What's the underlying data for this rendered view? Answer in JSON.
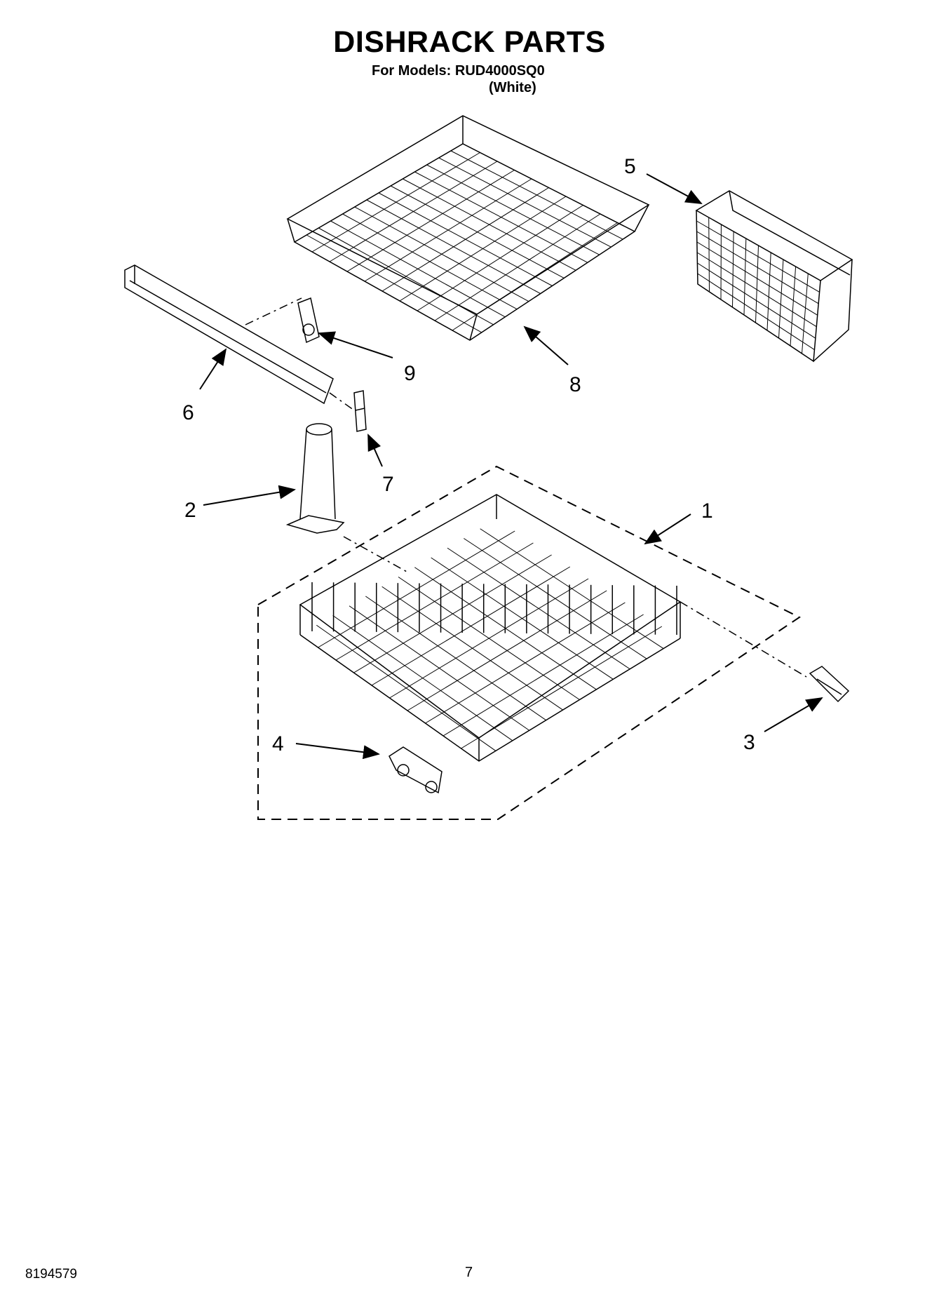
{
  "header": {
    "title": "DISHRACK PARTS",
    "models_line": "For Models: RUD4000SQ0",
    "variant": "(White)"
  },
  "callouts": [
    "1",
    "2",
    "3",
    "4",
    "5",
    "6",
    "7",
    "8",
    "9"
  ],
  "footer": {
    "doc_number": "8194579",
    "page_number": "7"
  }
}
